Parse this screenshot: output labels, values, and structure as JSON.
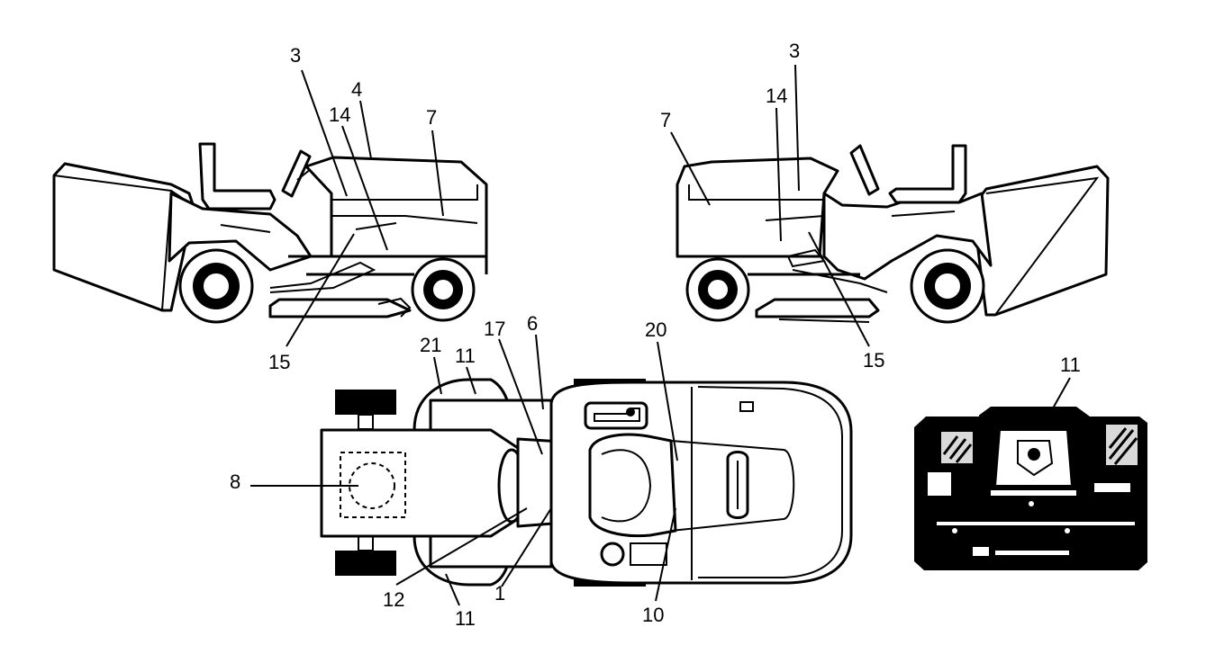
{
  "callouts": [
    {
      "id": "c3a",
      "text": "3"
    },
    {
      "id": "c4",
      "text": "4"
    },
    {
      "id": "c14a",
      "text": "14"
    },
    {
      "id": "c7a",
      "text": "7"
    },
    {
      "id": "c15a",
      "text": "15"
    },
    {
      "id": "c3b",
      "text": "3"
    },
    {
      "id": "c14b",
      "text": "14"
    },
    {
      "id": "c7b",
      "text": "7"
    },
    {
      "id": "c15b",
      "text": "15"
    },
    {
      "id": "c21",
      "text": "21"
    },
    {
      "id": "c11a",
      "text": "11"
    },
    {
      "id": "c17",
      "text": "17"
    },
    {
      "id": "c6",
      "text": "6"
    },
    {
      "id": "c20",
      "text": "20"
    },
    {
      "id": "c8",
      "text": "8"
    },
    {
      "id": "c12",
      "text": "12"
    },
    {
      "id": "c1",
      "text": "1"
    },
    {
      "id": "c11b",
      "text": "11"
    },
    {
      "id": "c10",
      "text": "10"
    },
    {
      "id": "c11c",
      "text": "11"
    }
  ]
}
